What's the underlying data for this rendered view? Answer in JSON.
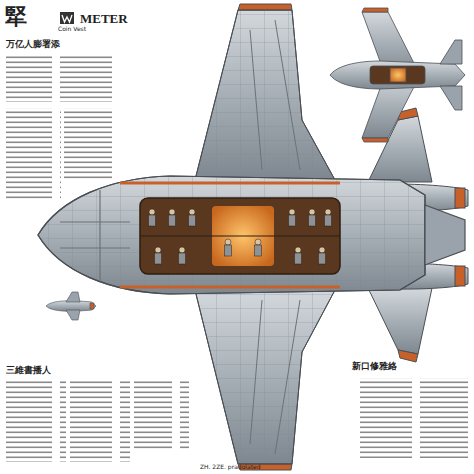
{
  "diagram": {
    "title": "METER",
    "labels": [
      "㹂",
      "Coin Vest",
      "万亿人膨署添",
      "三維書播人",
      "新口修雅絡",
      "ZH. 2ZE. pradolated"
    ]
  }
}
